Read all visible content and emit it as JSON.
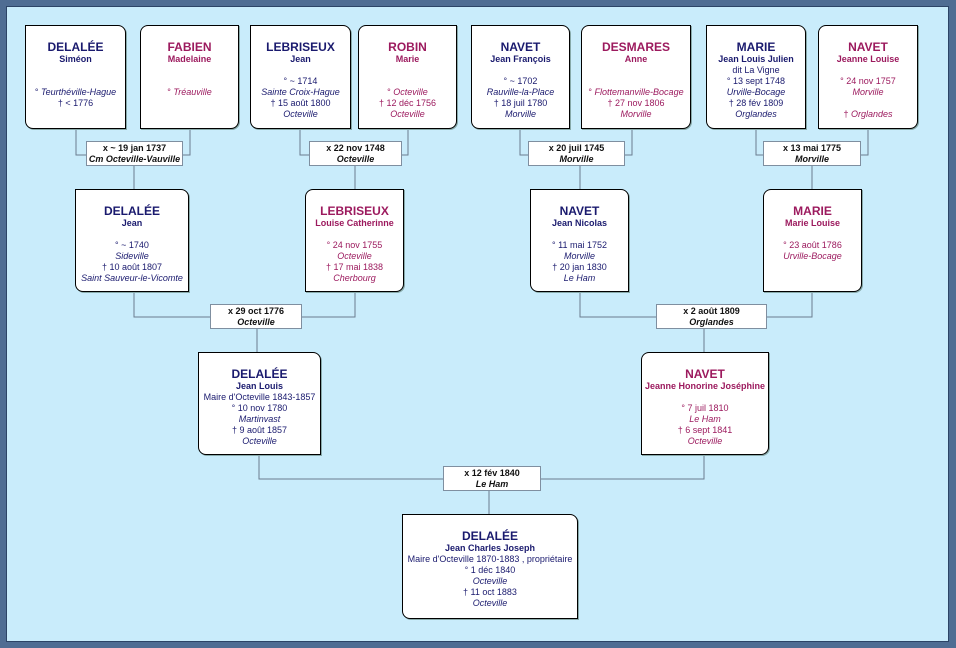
{
  "colors": {
    "background": "#c9ecfb",
    "frame": "#4f6d93",
    "male_text": "#1a1a6e",
    "female_text": "#9c1a5e"
  },
  "gen4": [
    {
      "surname": "DELALÉE",
      "given": "Siméon",
      "birth_sym": "°",
      "birth_place": "Teurthéville-Hague",
      "death": "† < 1776"
    },
    {
      "surname": "FABIEN",
      "given": "Madelaine",
      "birth_sym": "°",
      "birth_place": "Tréauville"
    },
    {
      "surname": "LEBRISEUX",
      "given": "Jean",
      "birth": "° ~ 1714",
      "birth_place": "Sainte Croix-Hague",
      "death": "† 15 août 1800",
      "death_place": "Octeville"
    },
    {
      "surname": "ROBIN",
      "given": "Marie",
      "birth_sym": "°",
      "birth_place": "Octeville",
      "death": "† 12 déc 1756",
      "death_place": "Octeville"
    },
    {
      "surname": "NAVET",
      "given": "Jean François",
      "birth": "° ~ 1702",
      "birth_place": "Rauville-la-Place",
      "death": "† 18 juil 1780",
      "death_place": "Morville"
    },
    {
      "surname": "DESMARES",
      "given": "Anne",
      "birth_sym": "°",
      "birth_place": "Flottemanville-Bocage",
      "death": "† 27 nov 1806",
      "death_place": "Morville"
    },
    {
      "surname": "MARIE",
      "given": "Jean Louis Julien",
      "nickname": "dit La Vigne",
      "birth": "° 13 sept 1748",
      "birth_place": "Urville-Bocage",
      "death": "† 28 fév 1809",
      "death_place": "Orglandes"
    },
    {
      "surname": "NAVET",
      "given": "Jeanne Louise",
      "birth": "° 24 nov 1757",
      "birth_place": "Morville",
      "death_sym": "†",
      "death_place": "Orglandes"
    }
  ],
  "marriages4": [
    {
      "date": "x ~ 19 jan 1737",
      "place": "Cm Octeville-Vauville"
    },
    {
      "date": "x 22 nov 1748",
      "place": "Octeville"
    },
    {
      "date": "x 20 juil 1745",
      "place": "Morville"
    },
    {
      "date": "x 13 mai 1775",
      "place": "Morville"
    }
  ],
  "gen3": [
    {
      "surname": "DELALÉE",
      "given": "Jean",
      "birth": "° ~ 1740",
      "birth_place": "Sideville",
      "death": "† 10 août 1807",
      "death_place": "Saint Sauveur-le-Vicomte"
    },
    {
      "surname": "LEBRISEUX",
      "given": "Louise Catherinne",
      "birth": "° 24 nov 1755",
      "birth_place": "Octeville",
      "death": "† 17 mai 1838",
      "death_place": "Cherbourg"
    },
    {
      "surname": "NAVET",
      "given": "Jean Nicolas",
      "birth": "° 11 mai 1752",
      "birth_place": "Morville",
      "death": "† 20 jan 1830",
      "death_place": "Le Ham"
    },
    {
      "surname": "MARIE",
      "given": "Marie Louise",
      "birth": "° 23 août 1786",
      "birth_place": "Urville-Bocage"
    }
  ],
  "marriages3": [
    {
      "date": "x 29 oct 1776",
      "place": "Octeville"
    },
    {
      "date": "x 2 août 1809",
      "place": "Orglandes"
    }
  ],
  "gen2": [
    {
      "surname": "DELALÉE",
      "given": "Jean Louis",
      "occupation": "Maire d'Octeville 1843-1857",
      "birth": "° 10 nov 1780",
      "birth_place": "Martinvast",
      "death": "† 9 août 1857",
      "death_place": "Octeville"
    },
    {
      "surname": "NAVET",
      "given": "Jeanne Honorine Joséphine",
      "birth": "° 7 juil 1810",
      "birth_place": "Le Ham",
      "death": "† 6 sept 1841",
      "death_place": "Octeville"
    }
  ],
  "marriages2": [
    {
      "date": "x 12 fév 1840",
      "place": "Le Ham"
    }
  ],
  "root": {
    "surname": "DELALÉE",
    "given": "Jean Charles Joseph",
    "occupation": "Maire d'Octeville 1870-1883 , propriétaire",
    "birth": "° 1 déc 1840",
    "birth_place": "Octeville",
    "death": "† 11 oct 1883",
    "death_place": "Octeville"
  }
}
